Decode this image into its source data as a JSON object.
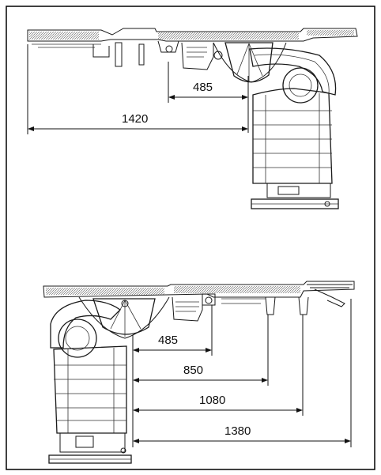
{
  "top_view": {
    "dimensions": [
      {
        "label": "485"
      },
      {
        "label": "1420"
      }
    ]
  },
  "bottom_view": {
    "dimensions": [
      {
        "label": "485"
      },
      {
        "label": "850"
      },
      {
        "label": "1080"
      },
      {
        "label": "1380"
      }
    ]
  }
}
